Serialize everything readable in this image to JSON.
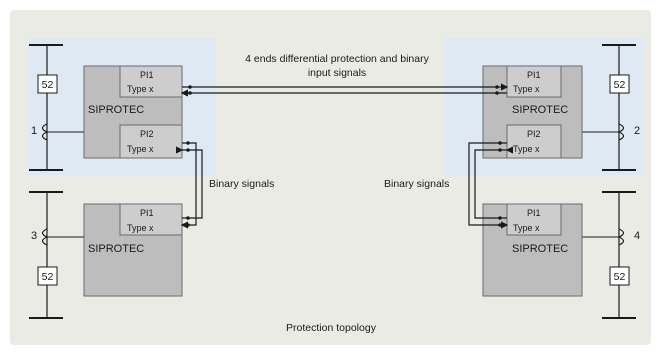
{
  "diagram": {
    "colors": {
      "background": "#ffffff",
      "panel": "#ebebe6",
      "zone": "#dfe9f3",
      "relay": "#bdbdbd",
      "port": "#cdcdcd",
      "line": "#1a1a1a"
    },
    "relays": [
      {
        "id": "relay-1",
        "name": "SIPROTEC",
        "ports": [
          {
            "name": "PI1",
            "type": "Type x"
          },
          {
            "name": "PI2",
            "type": "Type x"
          }
        ]
      },
      {
        "id": "relay-2",
        "name": "SIPROTEC",
        "ports": [
          {
            "name": "PI1",
            "type": "Type x"
          },
          {
            "name": "PI2",
            "type": "Type x"
          }
        ]
      },
      {
        "id": "relay-3",
        "name": "SIPROTEC",
        "ports": [
          {
            "name": "PI1",
            "type": "Type x"
          }
        ]
      },
      {
        "id": "relay-4",
        "name": "SIPROTEC",
        "ports": [
          {
            "name": "PI1",
            "type": "Type x"
          }
        ]
      }
    ],
    "breakers": [
      {
        "id": "breaker-1",
        "label": "52"
      },
      {
        "id": "breaker-2",
        "label": "52"
      },
      {
        "id": "breaker-3",
        "label": "52"
      },
      {
        "id": "breaker-4",
        "label": "52"
      }
    ],
    "line_ends": [
      {
        "id": "end-1",
        "label": "1"
      },
      {
        "id": "end-2",
        "label": "2"
      },
      {
        "id": "end-3",
        "label": "3"
      },
      {
        "id": "end-4",
        "label": "4"
      }
    ],
    "labels": {
      "top_line1": "4 ends differential protection and binary",
      "top_line2": "input signals",
      "binary_left": "Binary signals",
      "binary_right": "Binary signals",
      "caption": "Protection topology"
    }
  }
}
